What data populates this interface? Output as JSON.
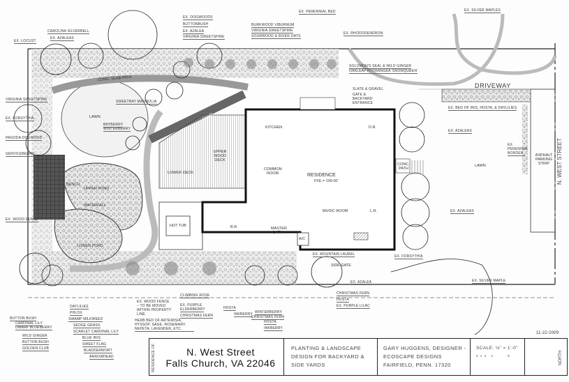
{
  "title_block": {
    "residence_of_label": "Residence of",
    "address_line1": "N. West Street",
    "address_line2": "Falls Church, VA 22046",
    "description_lines": [
      "Planting & Landscape",
      "Design for Backyard &",
      "Side Yards"
    ],
    "designer_lines": [
      "Gary Huggens, Designer -",
      "Ecoscape Designs",
      "Fairfield, Penn. 17320"
    ],
    "scale_label": "Scale: ⅛\" = 1'-0\"",
    "scale_ticks": [
      "0",
      "1",
      "2",
      "4",
      "8"
    ],
    "north_label": "North",
    "date": "11-22-2009"
  },
  "house": {
    "title": "Residence",
    "ffe": "FFE = 100.00'",
    "rooms": {
      "kitchen": "Kitchen",
      "dr": "D.R.",
      "common_room": "Common Room",
      "music_room": "Music Room",
      "lr": "L.R.",
      "br": "B.R.",
      "master_bath": "Master Bath",
      "ac": "A/C"
    }
  },
  "site": {
    "driveway": "Driveway",
    "street": "N. West Street",
    "lawn_front": "Lawn",
    "lawn_back": "Lawn",
    "lower_deck": "Lower Deck",
    "upper_deck": "Upper Wood Deck",
    "hot_tub": "Hot Tub",
    "upper_pond": "Upper Pond",
    "lower_pond": "Lower Pond",
    "waterfall": "Waterfall",
    "bench": "Bench",
    "ramp": "Ramp",
    "conc_slab_path": "Conc. Slab Path",
    "side_gate": "Side Gate",
    "conc_path": "Conc. Path",
    "asphalt_parking": "Asphalt Parking Strip",
    "slate_gravel": "Slate & Gravel",
    "gate_entrance": "Gate & Backyard Entrance"
  },
  "plant_labels": {
    "top": [
      "Ex. Dogwoods",
      "Buttonbush",
      "Ex. Azalea",
      "Virginia Sweetspire",
      "Burkwood Viburnum",
      "Virginia Sweetspire",
      "Sourwood & River Oats",
      "Ex. Perennial Bed",
      "Ex. Rhododendron",
      "Ex. Locust",
      "Carolina Silverbell",
      "Ex. Azaleas",
      "Ex. Silver Maples",
      "Solomon's Seal & Wild Ginger",
      "Oakleaf Hydrangea 'Snowqueen'"
    ],
    "right": [
      "Ex. Bed of Iris, Hosta, & Daylilies",
      "Ex. Azaleas",
      "Ex. Perennial Border",
      "Ex. Azaleas",
      "Ex. Forsythia",
      "Ex. Silver Maple",
      "Ex. Azalea",
      "Christmas Fern",
      "Hosta",
      "Ex. Purple Lilac",
      "Ex. Mountain Laurel"
    ],
    "bottom": [
      "Climbing Rose",
      "Ex. Purple Elderberry",
      "Christmas Fern",
      "Hosta",
      "Inkberry",
      "Winterberry",
      "Christmas Fern",
      "Hosta",
      "Inkberry",
      "Ex. Wood Fence – to be moved within property line",
      "Herb Bed of Artemisia, Hyssop, Sage, Rosemary, Nepeta, Lavender, etc."
    ],
    "left": [
      "Daylilies",
      "Phlox",
      "Swamp Milkweed",
      "Sedge Grass",
      "Scarlet Cardinal Lily",
      "Blue Iris",
      "Sweet Flag",
      "Bladderwort",
      "Arrowhead",
      "Button Bush",
      "Cardinal Lily",
      "Dwarf Blueberry",
      "Wild Ginger",
      "Button Bush",
      "Golden Club",
      "Ex. Forsythia",
      "Pagoda Dogwood",
      "Virginia Sweetspire",
      "Serviceberry",
      "Sweetbay Magnolia",
      "Bayberry",
      "Winterberry",
      "Ex. Wood Fence"
    ]
  },
  "colors": {
    "ink": "#222222",
    "paper": "#fdfdfd",
    "shade": "#b8b8b8"
  }
}
